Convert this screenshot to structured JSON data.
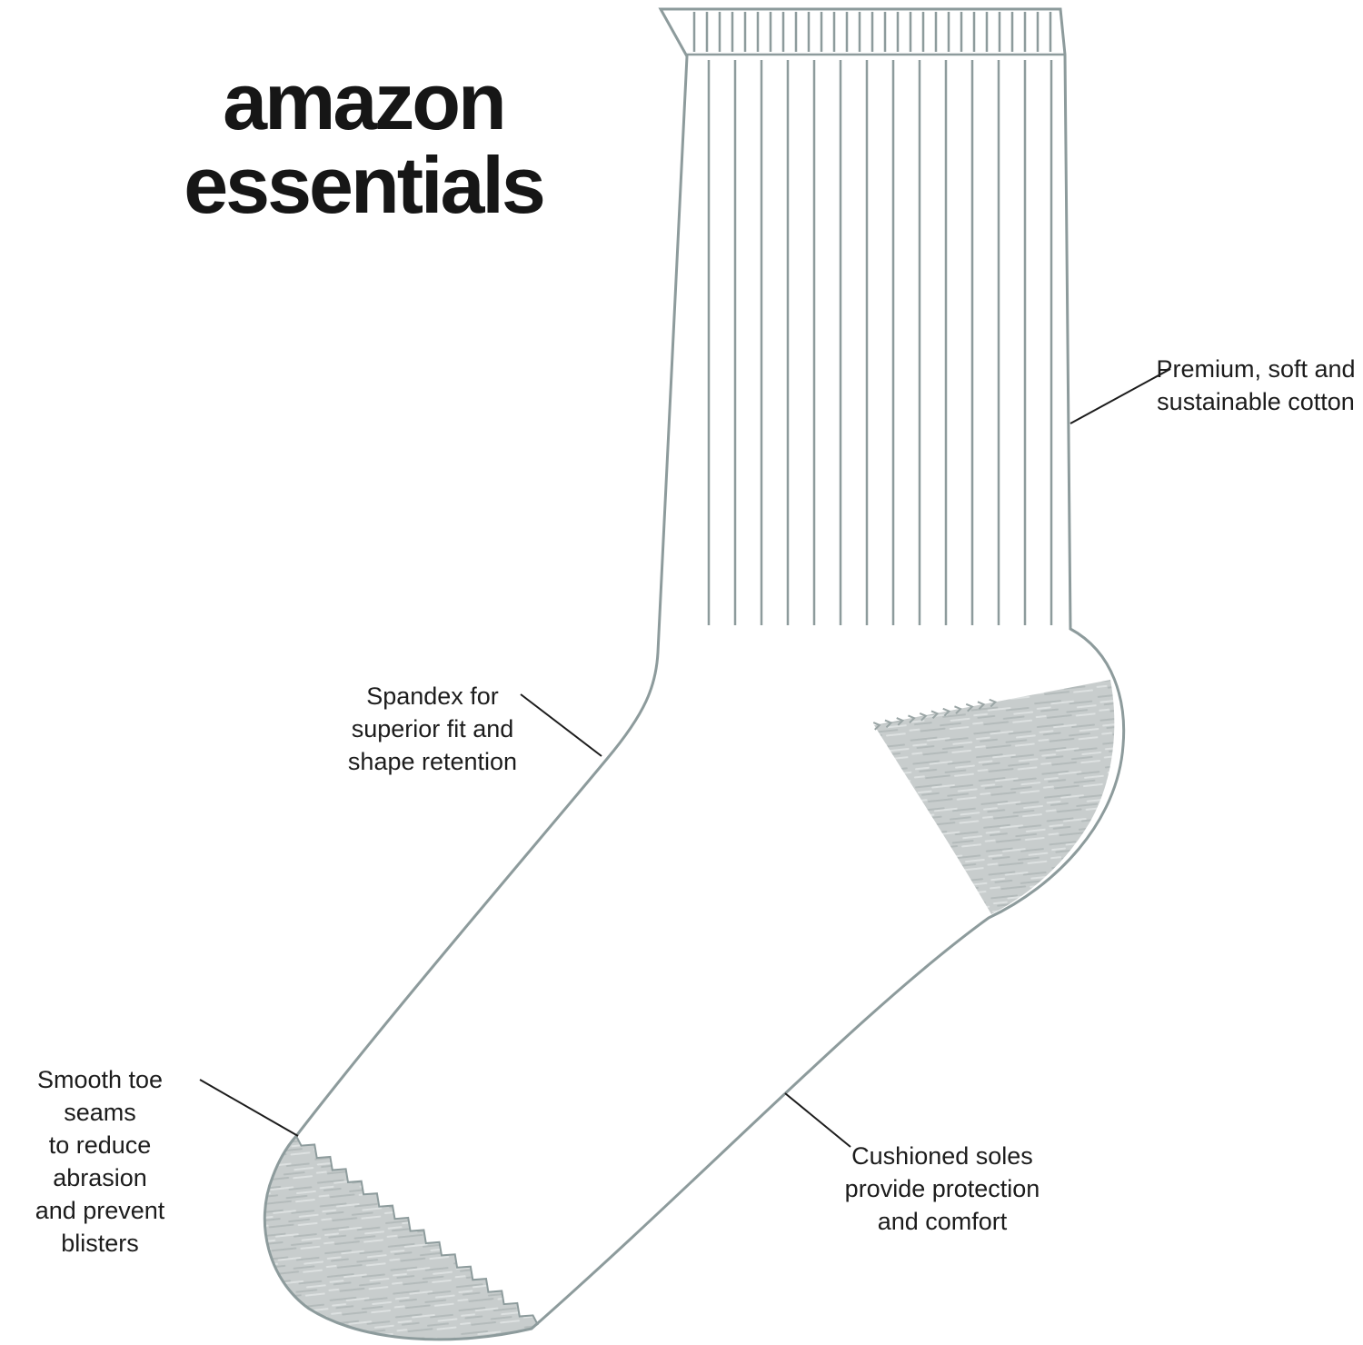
{
  "brand": {
    "line1": "amazon",
    "line2": "essentials"
  },
  "callouts": {
    "cotton": {
      "text": "Premium, soft and\nsustainable cotton"
    },
    "spandex": {
      "text": "Spandex for\nsuperior fit and\nshape retention"
    },
    "toe": {
      "text": "Smooth toe seams\nto reduce abrasion\nand prevent blisters"
    },
    "sole": {
      "text": "Cushioned soles\nprovide protection\nand comfort"
    }
  },
  "colors": {
    "sock_outline": "#8d9b9c",
    "heather_gray": "#c8cdcd",
    "text_ink": "#1c1c1c",
    "background": "#ffffff"
  }
}
